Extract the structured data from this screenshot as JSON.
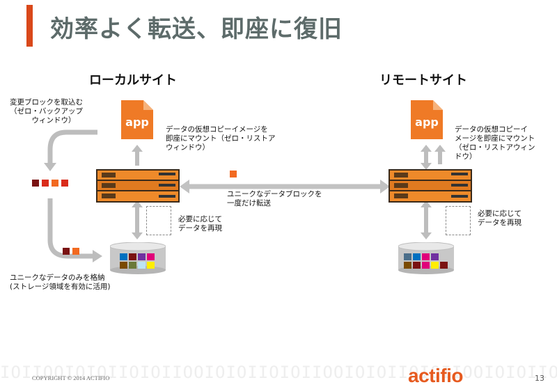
{
  "slide": {
    "title": "効率よく転送、即座に復旧",
    "page_number": "13",
    "copyright": "COPYRIGHT © 2014 ACTIFIO",
    "brand_logo": "actifio",
    "accent_color": "#e65a1f"
  },
  "local": {
    "heading": "ローカルサイト",
    "change_block_note": "変更ブロックを取込む\n（ゼロ・バックアップ\n　　　ウィンドウ）",
    "mount_note": "データの仮想コピーイメージを\n即座にマウント（ゼロ・リストア\nウィンドウ）",
    "reproduce_note": "必要に応じて\nデータを再現",
    "store_note": "ユニークなデータのみを格納\n(ストレージ領域を有効に活用)",
    "app_label": "app"
  },
  "remote": {
    "heading": "リモートサイト",
    "mount_note": "データの仮想コピーイ\nメージを即座にマウント\n（ゼロ・リストアウィン\nドウ）",
    "reproduce_note": "必要に応じて\nデータを再現",
    "app_label": "app"
  },
  "transfer": {
    "note": "ユニークなデータブロックを\n一度だけ転送"
  },
  "colors": {
    "app_orange": "#ef7a26",
    "block_dark_red": "#7a1212",
    "block_red": "#d92b1a",
    "block_orange": "#f26a21",
    "arrow_gray": "#b8b8b8"
  },
  "icons": [
    "app-document-icon",
    "server-appliance-icon",
    "storage-database-icon",
    "dashed-document-icon",
    "data-block-icon"
  ]
}
